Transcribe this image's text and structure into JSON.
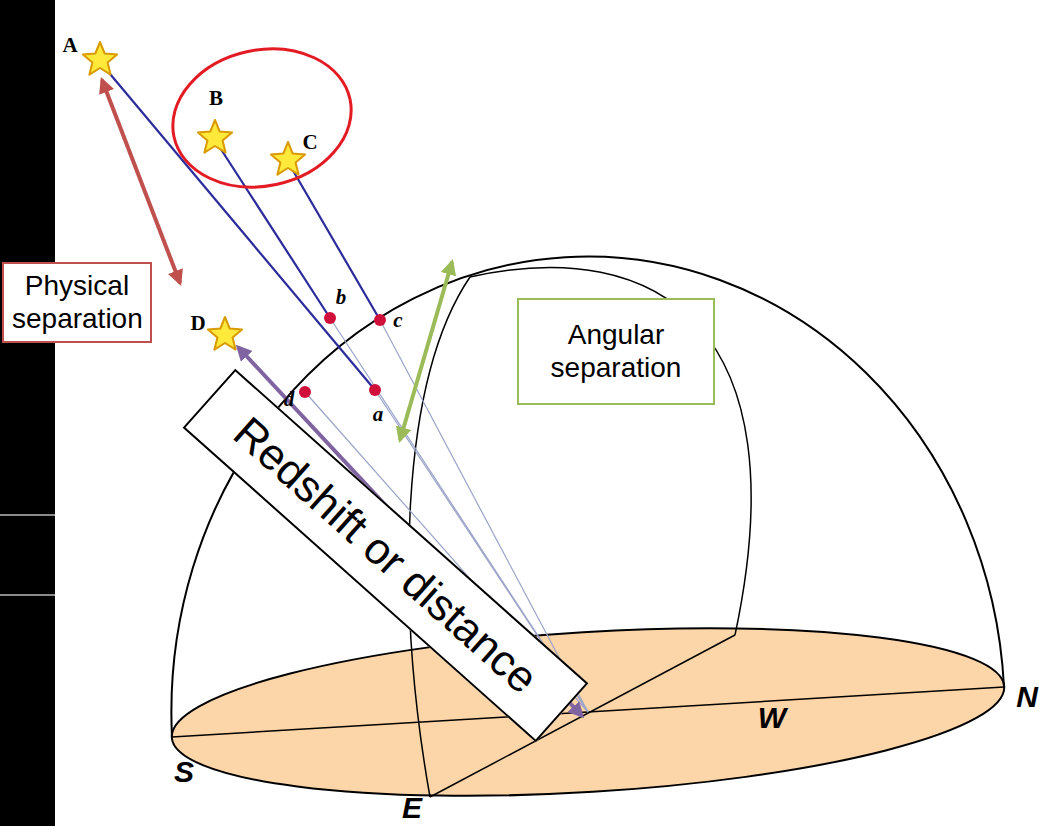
{
  "diagram": {
    "nodes": [
      {
        "text": [
          "Physical separation"
        ]
      },
      {
        "text": [
          "Angular separation"
        ]
      },
      {
        "text": [
          "Redshift or distance"
        ]
      }
    ],
    "labels": [
      "A",
      "B",
      "C",
      "b",
      "c",
      "D",
      "a",
      "d",
      "W",
      "S",
      "N",
      "E"
    ]
  }
}
